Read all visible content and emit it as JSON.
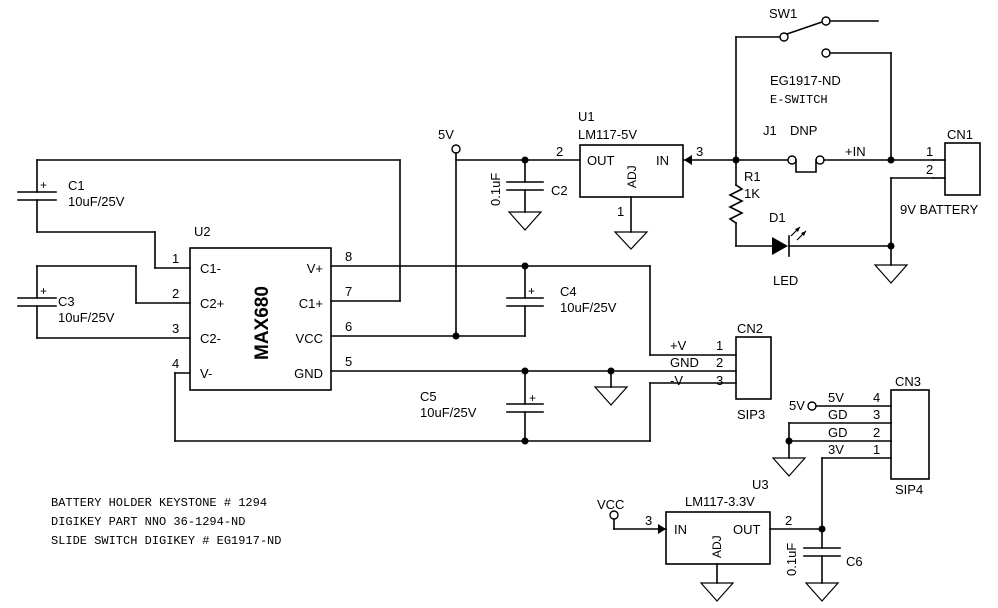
{
  "u2": {
    "ref": "U2",
    "part": "MAX680",
    "pins": [
      {
        "num": "1",
        "name": "C1-"
      },
      {
        "num": "2",
        "name": "C2+"
      },
      {
        "num": "3",
        "name": "C2-"
      },
      {
        "num": "4",
        "name": "V-"
      },
      {
        "num": "8",
        "name": "V+"
      },
      {
        "num": "7",
        "name": "C1+"
      },
      {
        "num": "6",
        "name": "VCC"
      },
      {
        "num": "5",
        "name": "GND"
      }
    ]
  },
  "c1": {
    "ref": "C1",
    "value": "10uF/25V",
    "plus": "+"
  },
  "c3": {
    "ref": "C3",
    "value": "10uF/25V",
    "plus": "+"
  },
  "c4": {
    "ref": "C4",
    "value": "10uF/25V",
    "plus": "+"
  },
  "c5": {
    "ref": "C5",
    "value": "10uF/25V",
    "plus": "+"
  },
  "c2": {
    "ref": "C2",
    "value": "0.1uF"
  },
  "c6": {
    "ref": "C6",
    "value": "0.1uF"
  },
  "u1": {
    "ref": "U1",
    "part": "LM117-5V",
    "out": "OUT",
    "in": "IN",
    "adj": "ADJ",
    "pin_out": "2",
    "pin_in": "3",
    "pin_adj": "1"
  },
  "u3": {
    "ref": "U3",
    "part": "LM117-3.3V",
    "out": "OUT",
    "in": "IN",
    "adj": "ADJ",
    "pin_out": "2",
    "pin_in": "3"
  },
  "net_5v": "5V",
  "net_vcc": "VCC",
  "net_in": "+IN",
  "sw1": {
    "ref": "SW1",
    "part": "EG1917-ND",
    "maker": "E-SWITCH"
  },
  "j1": {
    "ref": "J1",
    "value": "DNP"
  },
  "r1": {
    "ref": "R1",
    "value": "1K"
  },
  "d1": {
    "ref": "D1",
    "value": "LED"
  },
  "cn1": {
    "ref": "CN1",
    "label": "9V BATTERY",
    "pins": [
      "1",
      "2"
    ]
  },
  "cn2": {
    "ref": "CN2",
    "type": "SIP3",
    "pins": [
      {
        "num": "1",
        "net": "+V"
      },
      {
        "num": "2",
        "net": "GND"
      },
      {
        "num": "3",
        "net": "-V"
      }
    ]
  },
  "cn3": {
    "ref": "CN3",
    "type": "SIP4",
    "pins": [
      {
        "num": "4",
        "net": "5V"
      },
      {
        "num": "3",
        "net": "GD"
      },
      {
        "num": "2",
        "net": "GD"
      },
      {
        "num": "1",
        "net": "3V"
      }
    ]
  },
  "cn3_5v": "5V",
  "notes": [
    "BATTERY HOLDER KEYSTONE # 1294",
    "DIGIKEY PART NNO 36-1294-ND",
    "SLIDE SWITCH DIGIKEY #  EG1917-ND"
  ]
}
